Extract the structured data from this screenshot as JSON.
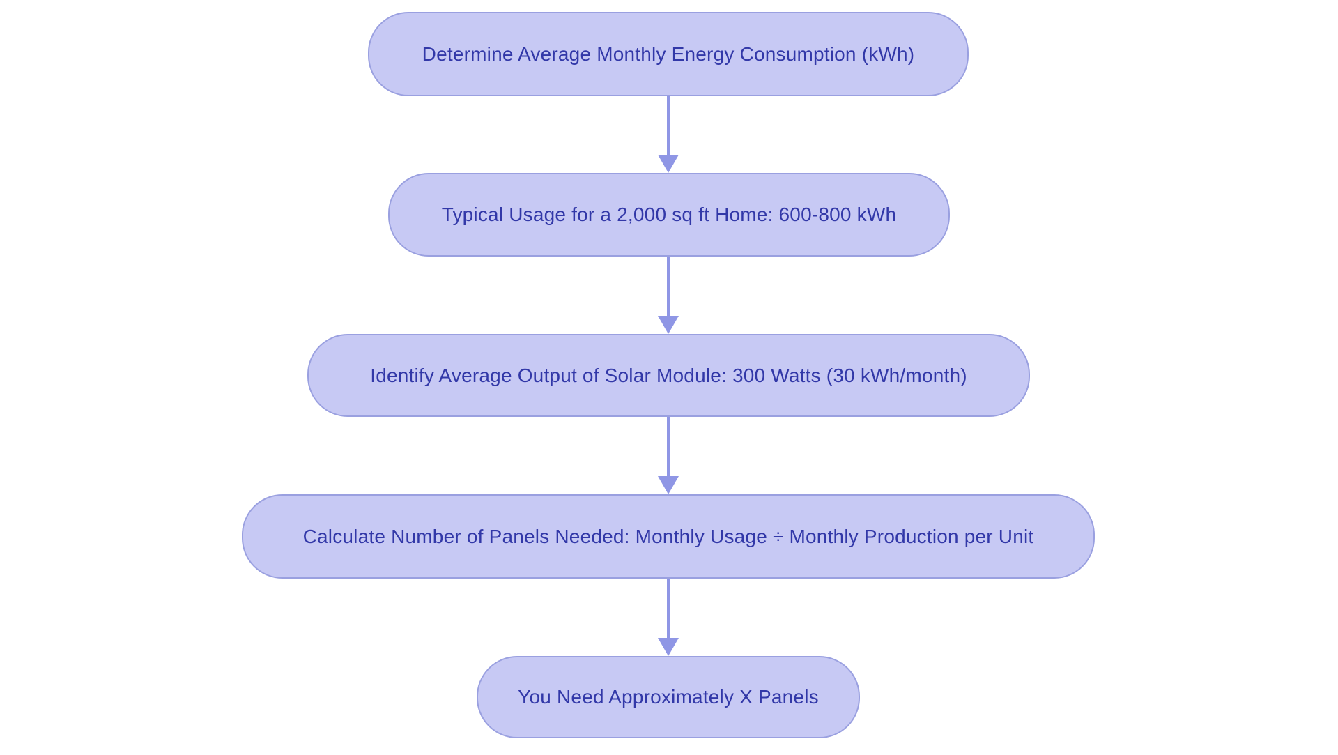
{
  "page": {
    "title": "Solar Panel Calculation Flowchart",
    "background": "#ffffff"
  },
  "flowchart": {
    "type": "flowchart",
    "direction": "top-down",
    "colors": {
      "background": "#ffffff",
      "node_fill": "#c7c9f4",
      "node_border": "#9aa0e0",
      "node_text": "#3238a8",
      "arrow": "#8f96e5"
    },
    "nodes": [
      {
        "id": "step-1",
        "label": "Determine Average Monthly Energy Consumption (kWh)"
      },
      {
        "id": "step-2",
        "label": "Typical Usage for a 2,000 sq ft Home: 600-800 kWh"
      },
      {
        "id": "step-3",
        "label": "Identify Average Output of Solar Module: 300 Watts (30 kWh/month)"
      },
      {
        "id": "step-4",
        "label": "Calculate Number of Panels Needed: Monthly Usage ÷ Monthly Production per Unit"
      },
      {
        "id": "step-5",
        "label": "You Need Approximately X Panels"
      }
    ],
    "edges": [
      {
        "from": "step-1",
        "to": "step-2"
      },
      {
        "from": "step-2",
        "to": "step-3"
      },
      {
        "from": "step-3",
        "to": "step-4"
      },
      {
        "from": "step-4",
        "to": "step-5"
      }
    ]
  }
}
